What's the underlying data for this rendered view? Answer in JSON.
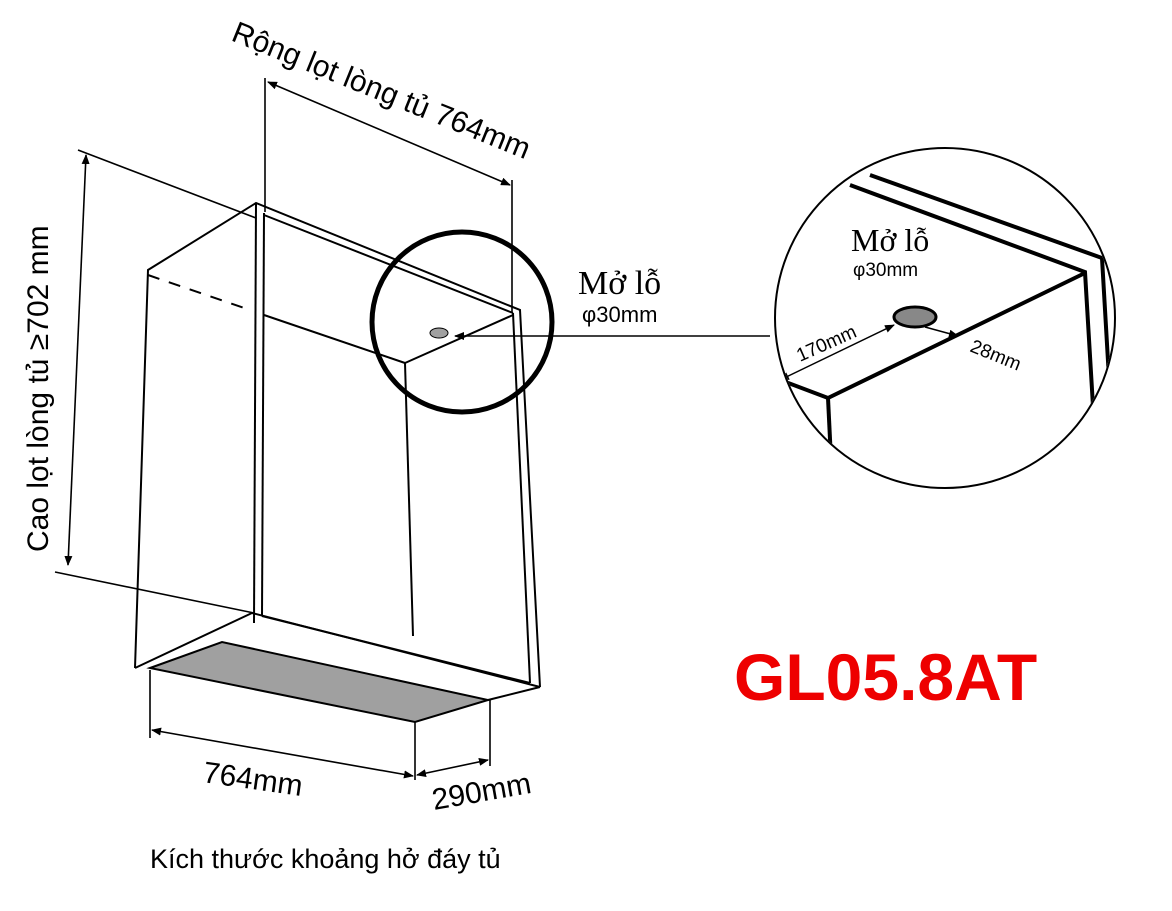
{
  "labels": {
    "width_inner": "Rộng lọt lòng tủ 764mm",
    "height_inner": "Cao lọt lòng tủ ≥702 mm",
    "hole_title": "Mở lỗ",
    "hole_diameter": "φ30mm",
    "detail_hole_title": "Mở lỗ",
    "detail_hole_diameter": "φ30mm",
    "detail_dim_depth": "170mm",
    "detail_dim_edge": "28mm",
    "bottom_width": "764mm",
    "bottom_depth": "290mm",
    "caption": "Kích thước khoảng hở đáy tủ",
    "model": "GL05.8AT"
  },
  "colors": {
    "model": "#ee0000",
    "opening_fill": "#a0a0a0"
  }
}
